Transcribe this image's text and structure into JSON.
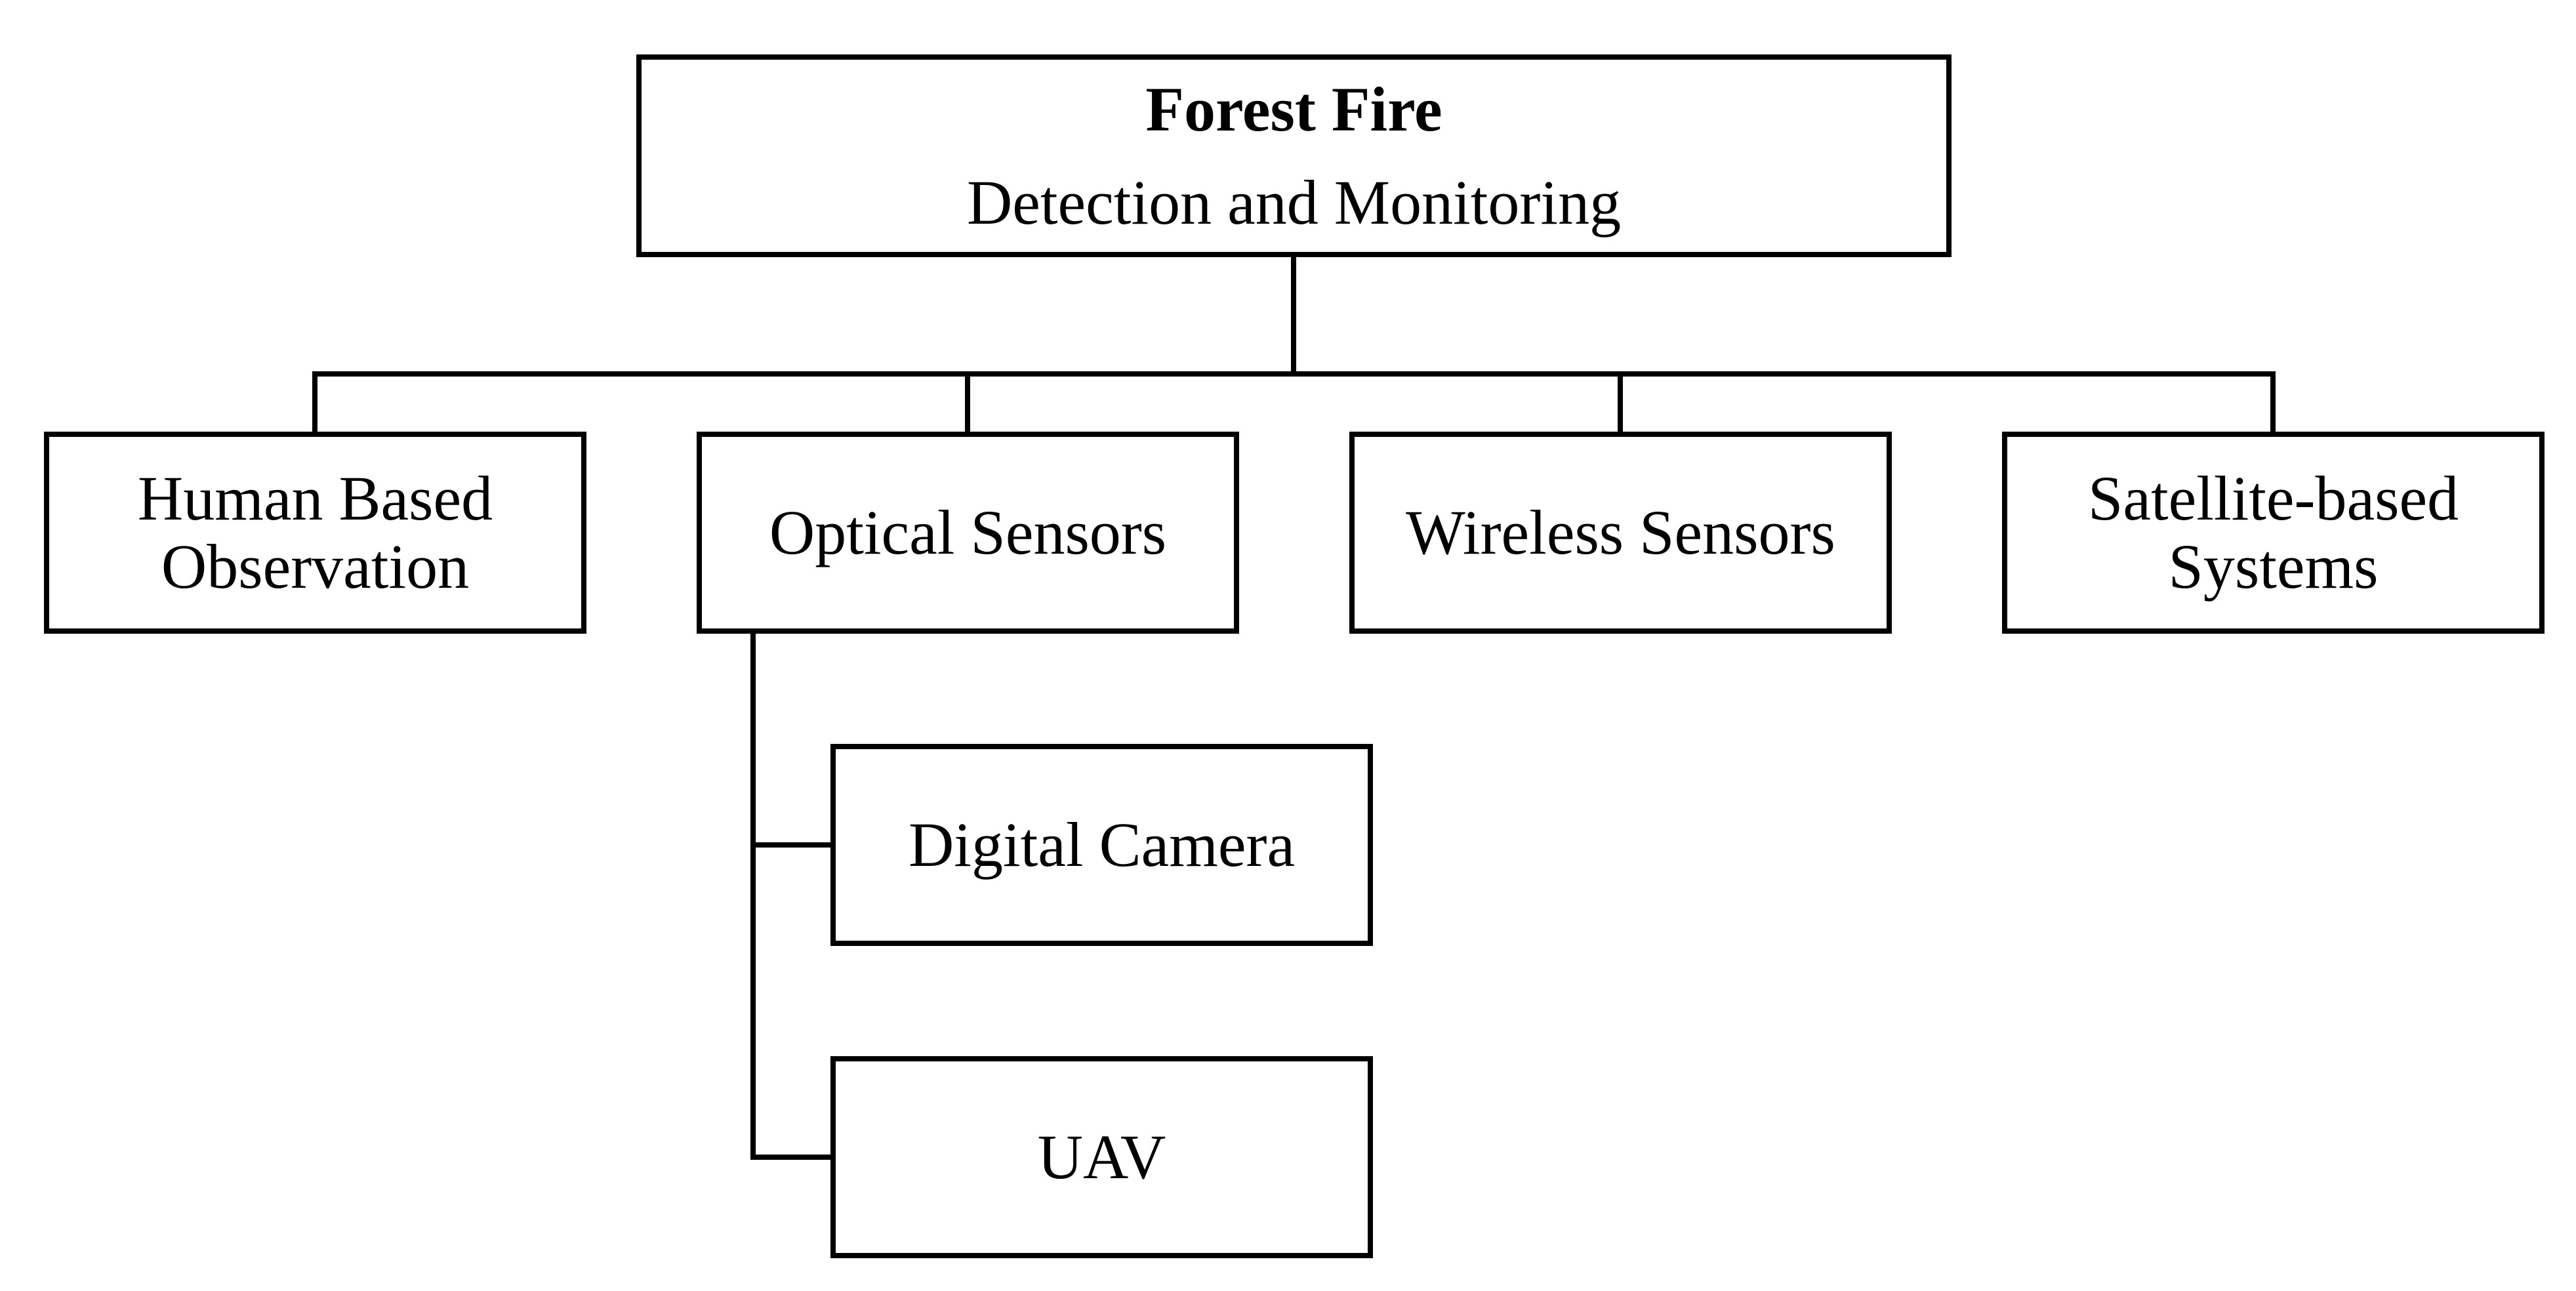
{
  "root": {
    "title": "Forest Fire",
    "subtitle": "Detection and Monitoring"
  },
  "categories": {
    "human": {
      "line1": "Human Based",
      "line2": "Observation"
    },
    "optical": {
      "label": "Optical Sensors"
    },
    "wireless": {
      "label": "Wireless Sensors"
    },
    "satellite": {
      "line1": "Satellite-based",
      "line2": "Systems"
    }
  },
  "optical_children": {
    "camera": {
      "label": "Digital Camera"
    },
    "uav": {
      "label": "UAV"
    }
  },
  "colors": {
    "stroke": "#000000",
    "background": "#ffffff"
  }
}
